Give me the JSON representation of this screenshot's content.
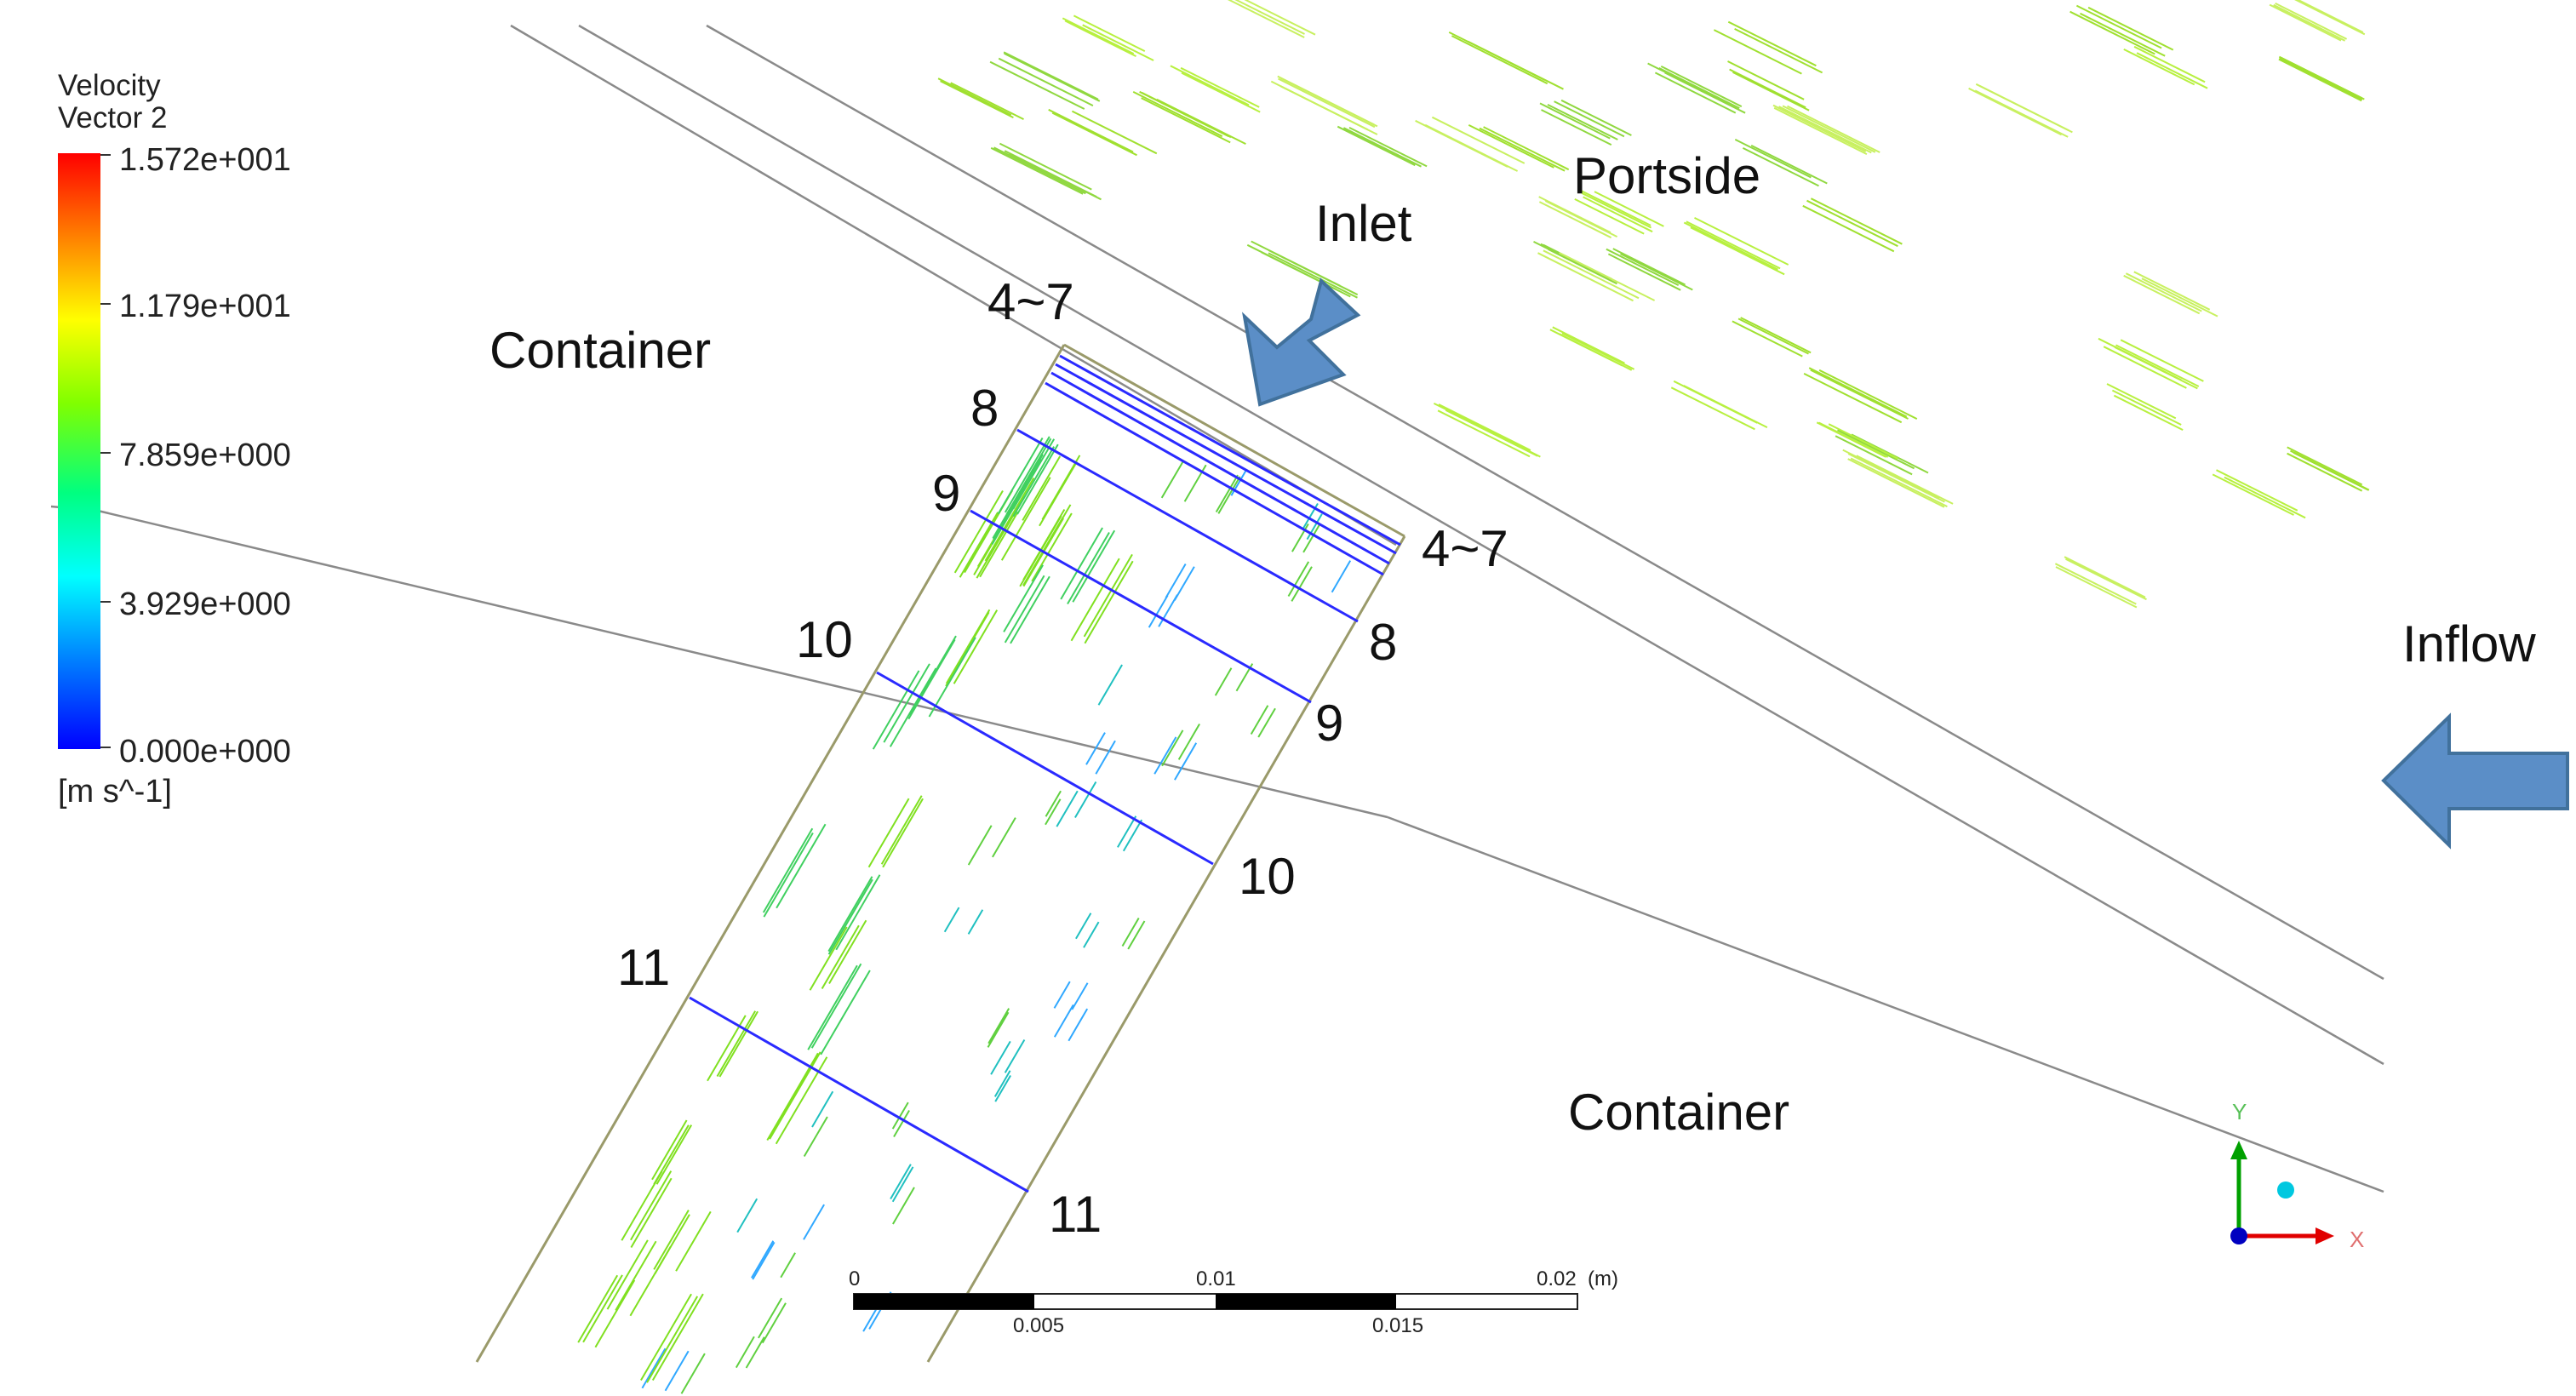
{
  "legend": {
    "title_line1": "Velocity",
    "title_line2": "Vector 2",
    "ticks": [
      "1.572e+001",
      "1.179e+001",
      "7.859e+000",
      "3.929e+000",
      "0.000e+000"
    ],
    "unit": "[m s^-1]",
    "colormap": [
      "#ff0000",
      "#ff8000",
      "#ffff00",
      "#80ff00",
      "#00ff80",
      "#00ffff",
      "#0080ff",
      "#0000ff"
    ]
  },
  "regions": {
    "container_top": "Container",
    "container_bottom": "Container",
    "portside": "Portside",
    "inlet": "Inlet",
    "inflow": "Inflow"
  },
  "plane_labels": {
    "left": [
      "4~7",
      "8",
      "9",
      "10",
      "11"
    ],
    "right": [
      "4~7",
      "8",
      "9",
      "10",
      "11"
    ]
  },
  "scale_bar": {
    "top_labels": [
      "0",
      "0.01",
      "0.02"
    ],
    "unit": "(m)",
    "bottom_labels": [
      "0.005",
      "0.015"
    ]
  },
  "triad": {
    "y": "Y",
    "x": "X"
  },
  "colors": {
    "plane_line": "#2a2aff",
    "wall_line": "#9a9a6a",
    "outline": "#808080",
    "arrow_fill": "#5b8ec7",
    "arrow_stroke": "#41719c"
  }
}
